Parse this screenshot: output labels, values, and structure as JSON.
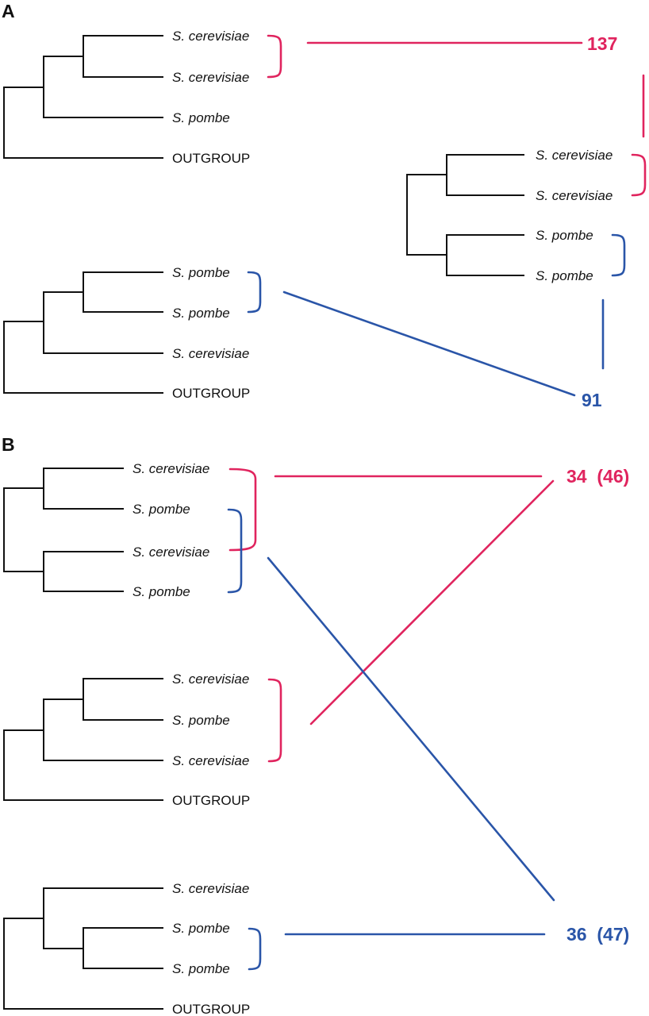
{
  "panels": {
    "a": {
      "label": "A"
    },
    "b": {
      "label": "B"
    }
  },
  "taxa": {
    "cerevisiae": "S. cerevisiae",
    "pombe": "S. pombe",
    "outgroup": "OUTGROUP"
  },
  "counts": {
    "a_cerevisiae_duplication": "137",
    "a_pombe_duplication": "91",
    "b_cerevisiae": "34  (46)",
    "b_pombe": "36  (47)"
  },
  "colors": {
    "cerevisiae_pair": "#e0245e",
    "pombe_pair": "#2a55a8",
    "tree": "#111111"
  }
}
